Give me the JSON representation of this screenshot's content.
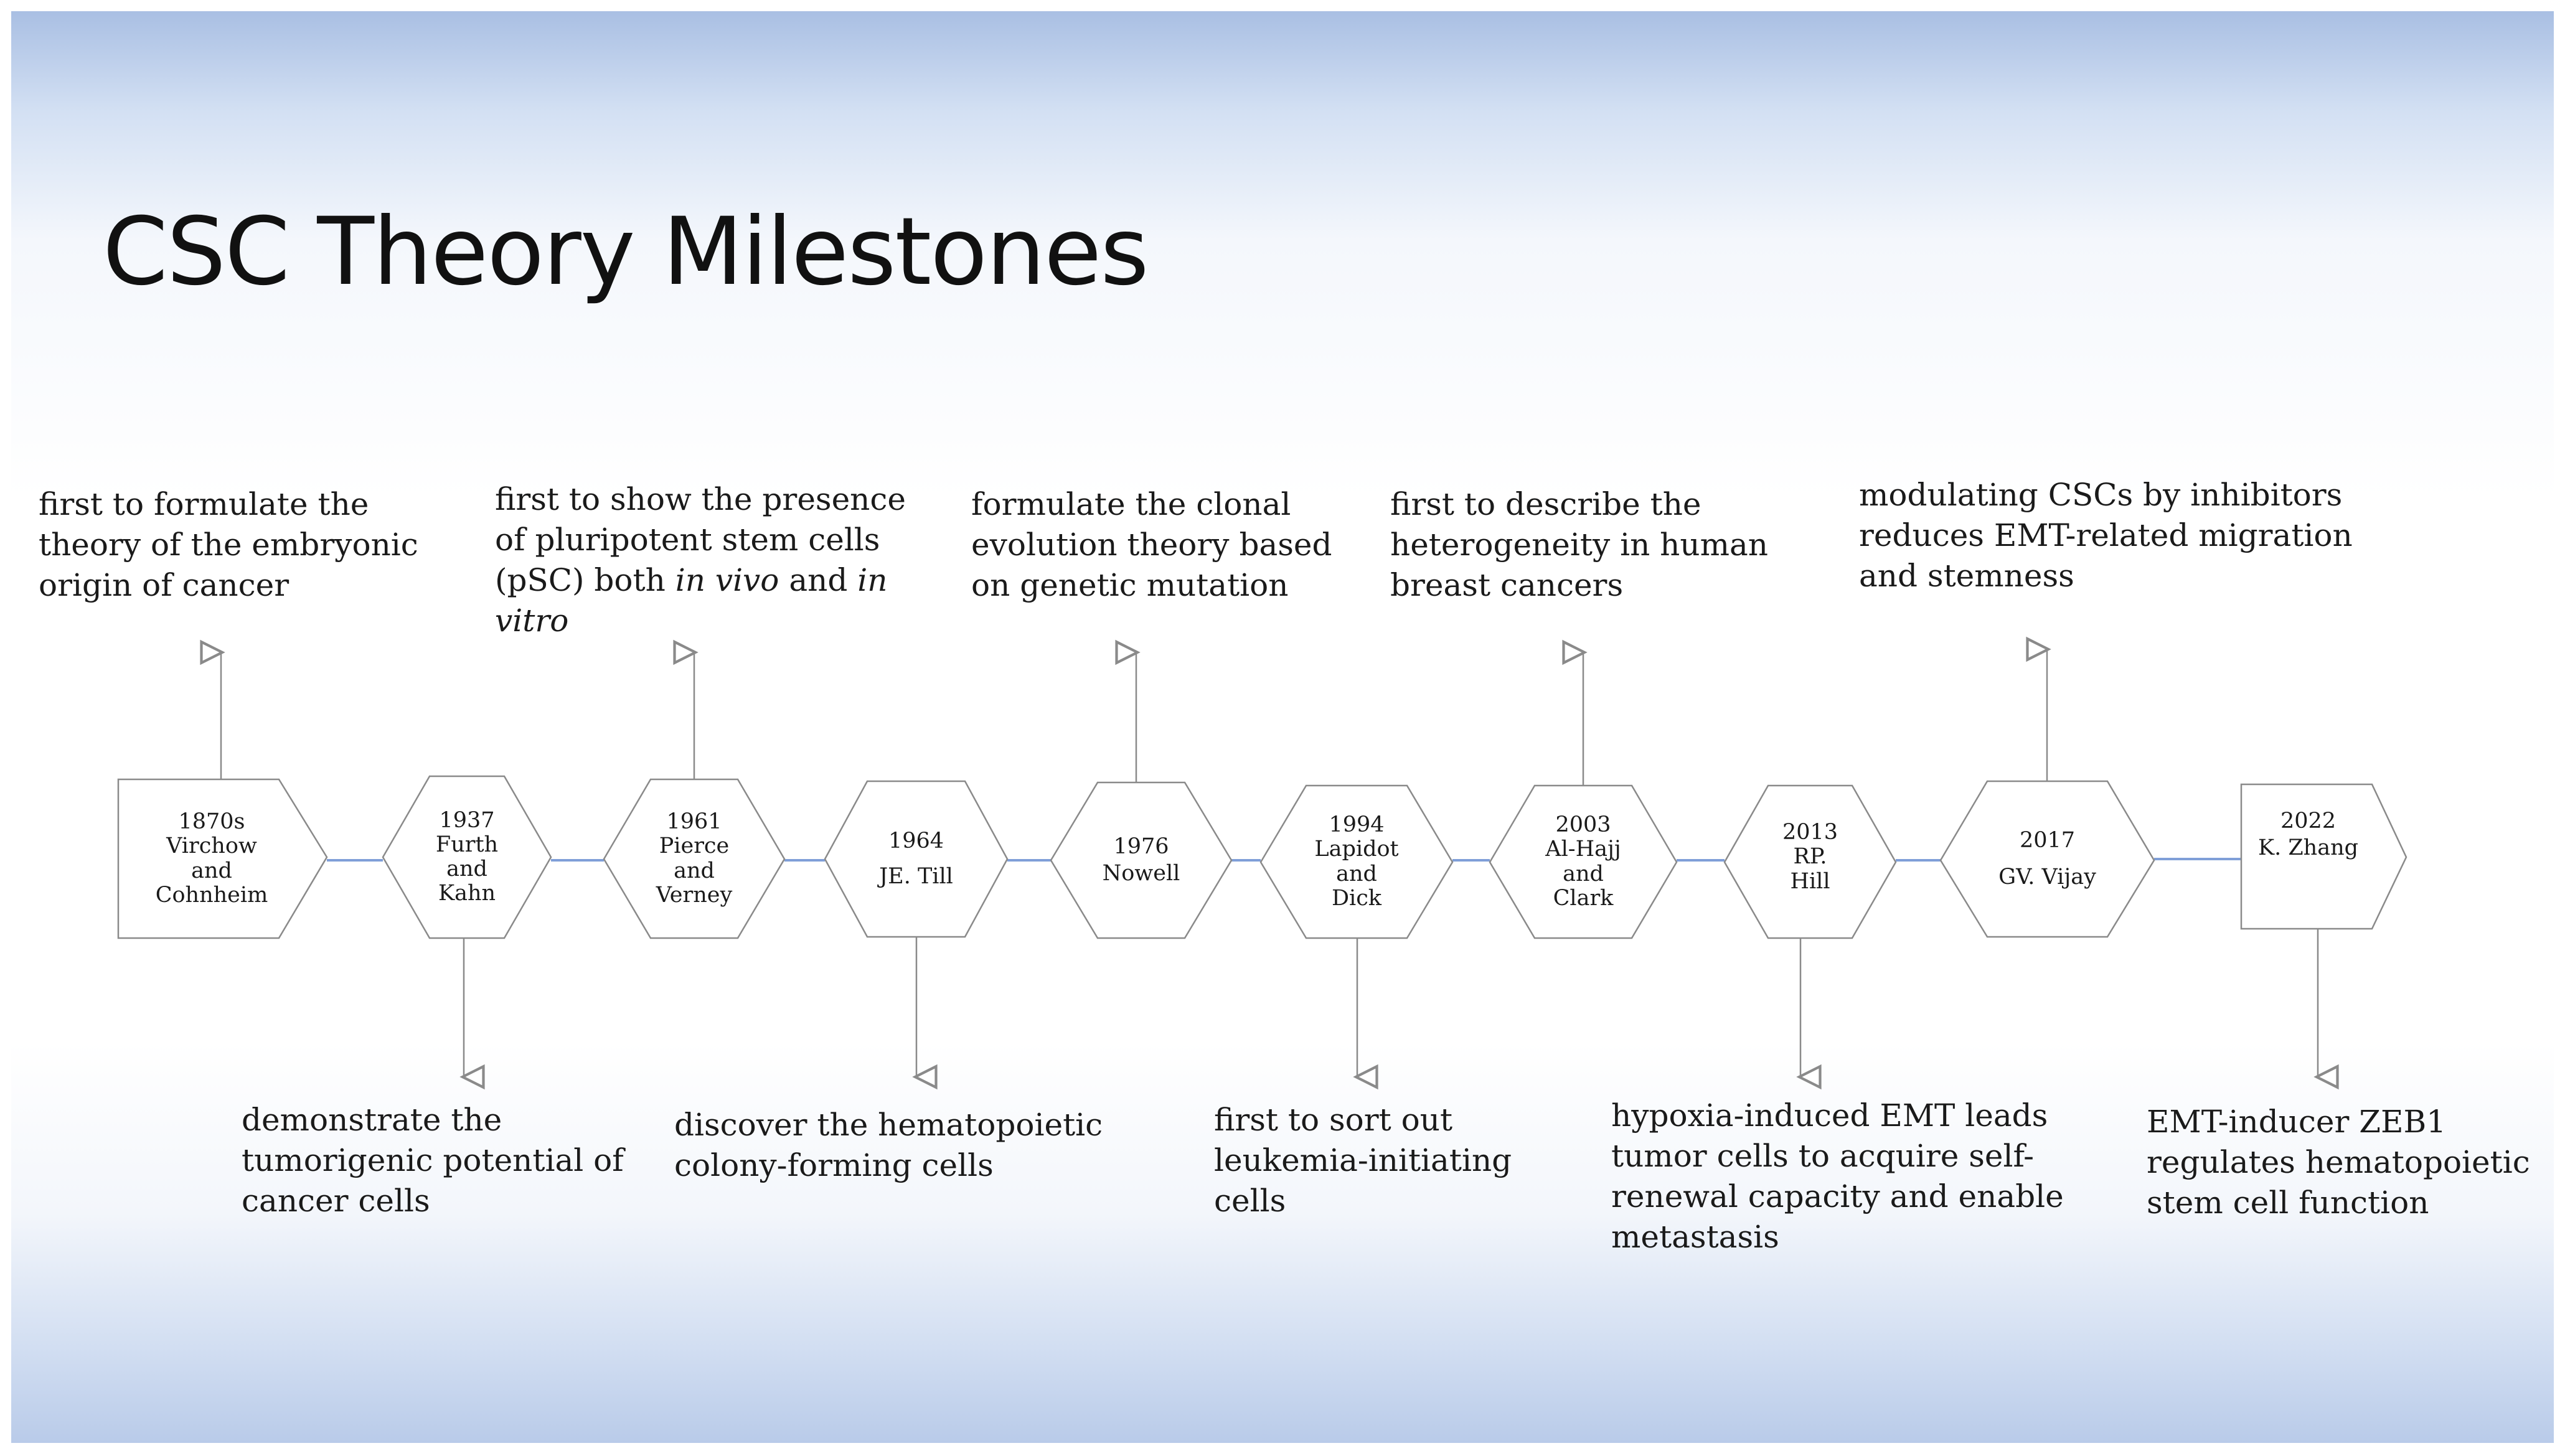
{
  "title": "CSC Theory Milestones",
  "colors": {
    "connector_line": "#7f9fd8",
    "shape_outline": "#8a8a8a",
    "arrow": "#8a8a8a",
    "text": "#1a1a1a"
  },
  "milestones": [
    {
      "id": "1870s",
      "label_lines": [
        "1870s",
        "Virchow",
        "and",
        "Cohnheim"
      ],
      "shape": "pentagon-right"
    },
    {
      "id": "1937",
      "label_lines": [
        "1937",
        "Furth",
        "and",
        "Kahn"
      ],
      "shape": "hexagon"
    },
    {
      "id": "1961",
      "label_lines": [
        "1961",
        "Pierce",
        "and",
        "Verney"
      ],
      "shape": "hexagon"
    },
    {
      "id": "1964",
      "label_lines": [
        "1964",
        "JE. Till"
      ],
      "shape": "hexagon"
    },
    {
      "id": "1976",
      "label_lines": [
        "1976",
        "Nowell"
      ],
      "shape": "hexagon"
    },
    {
      "id": "1994",
      "label_lines": [
        "1994",
        "Lapidot",
        "and",
        "Dick"
      ],
      "shape": "hexagon"
    },
    {
      "id": "2003",
      "label_lines": [
        "2003",
        "Al-Hajj",
        "and",
        "Clark"
      ],
      "shape": "hexagon"
    },
    {
      "id": "2013",
      "label_lines": [
        "2013",
        "RP.",
        "Hill"
      ],
      "shape": "hexagon"
    },
    {
      "id": "2017",
      "label_lines": [
        "2017",
        "GV. Vijay"
      ],
      "shape": "hexagon"
    },
    {
      "id": "2022",
      "label_lines": [
        "2022",
        "K. Zhang"
      ],
      "shape": "pentagon-right"
    }
  ],
  "descriptions": {
    "d1870s": [
      "first to formulate the",
      "theory of the embryonic",
      "origin of cancer"
    ],
    "d1937": [
      "demonstrate the",
      "tumorigenic potential of",
      "cancer cells"
    ],
    "d1961": {
      "l1": "first to show the presence",
      "l2": "of pluripotent stem cells",
      "l3a": "(pSC) both ",
      "l3b": "in vivo",
      "l3c": " and ",
      "l3d": "in",
      "l4": "vitro"
    },
    "d1964": [
      "discover the hematopoietic",
      "colony-forming cells"
    ],
    "d1976": [
      "formulate the clonal",
      "evolution theory based",
      "on genetic mutation"
    ],
    "d1994": [
      "first to sort out",
      "leukemia-initiating",
      "cells"
    ],
    "d2003": [
      "first to describe the",
      "heterogeneity in human",
      "breast cancers"
    ],
    "d2013": [
      "hypoxia-induced EMT leads",
      "tumor cells to acquire self-",
      "renewal capacity and enable",
      "metastasis"
    ],
    "d2017": [
      "modulating CSCs by inhibitors",
      "reduces EMT-related migration",
      "and stemness"
    ],
    "d2022": [
      "EMT-inducer ZEB1",
      "regulates hematopoietic",
      "stem cell function"
    ]
  }
}
